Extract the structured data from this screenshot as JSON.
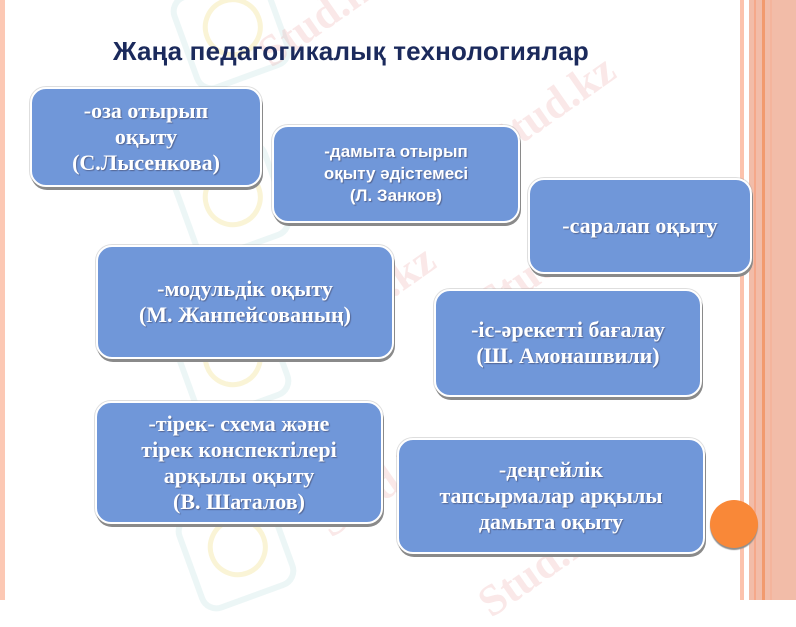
{
  "slide": {
    "title": "Жаңа педагогикалық технологиялар",
    "watermark_text": "Stud.kz",
    "accent_color": "#7097d9",
    "title_color": "#1b2a5c",
    "bullet_color": "#f98838"
  },
  "boxes": [
    {
      "id": "oza",
      "text": "-оза  отырып\nоқыту\n(С.Лысенкова)"
    },
    {
      "id": "damyta",
      "text": "-дамыта отырып\nоқыту әдістемесі\n(Л. Занков)"
    },
    {
      "id": "saralap",
      "text": "-саралап оқыту"
    },
    {
      "id": "modul",
      "text": "-модульдік оқыту\n(М. Жанпейсованың)"
    },
    {
      "id": "is-areket",
      "text": "-іс-әрекетті  бағалау\n(Ш. Амонашвили)"
    },
    {
      "id": "tirek",
      "text": "-тірек- схема және\nтірек конспектілері\nарқылы оқыту\n(В. Шаталов)"
    },
    {
      "id": "dengeilik",
      "text": "-деңгейлік\nтапсырмалар арқылы\nдамыта оқыту"
    }
  ]
}
